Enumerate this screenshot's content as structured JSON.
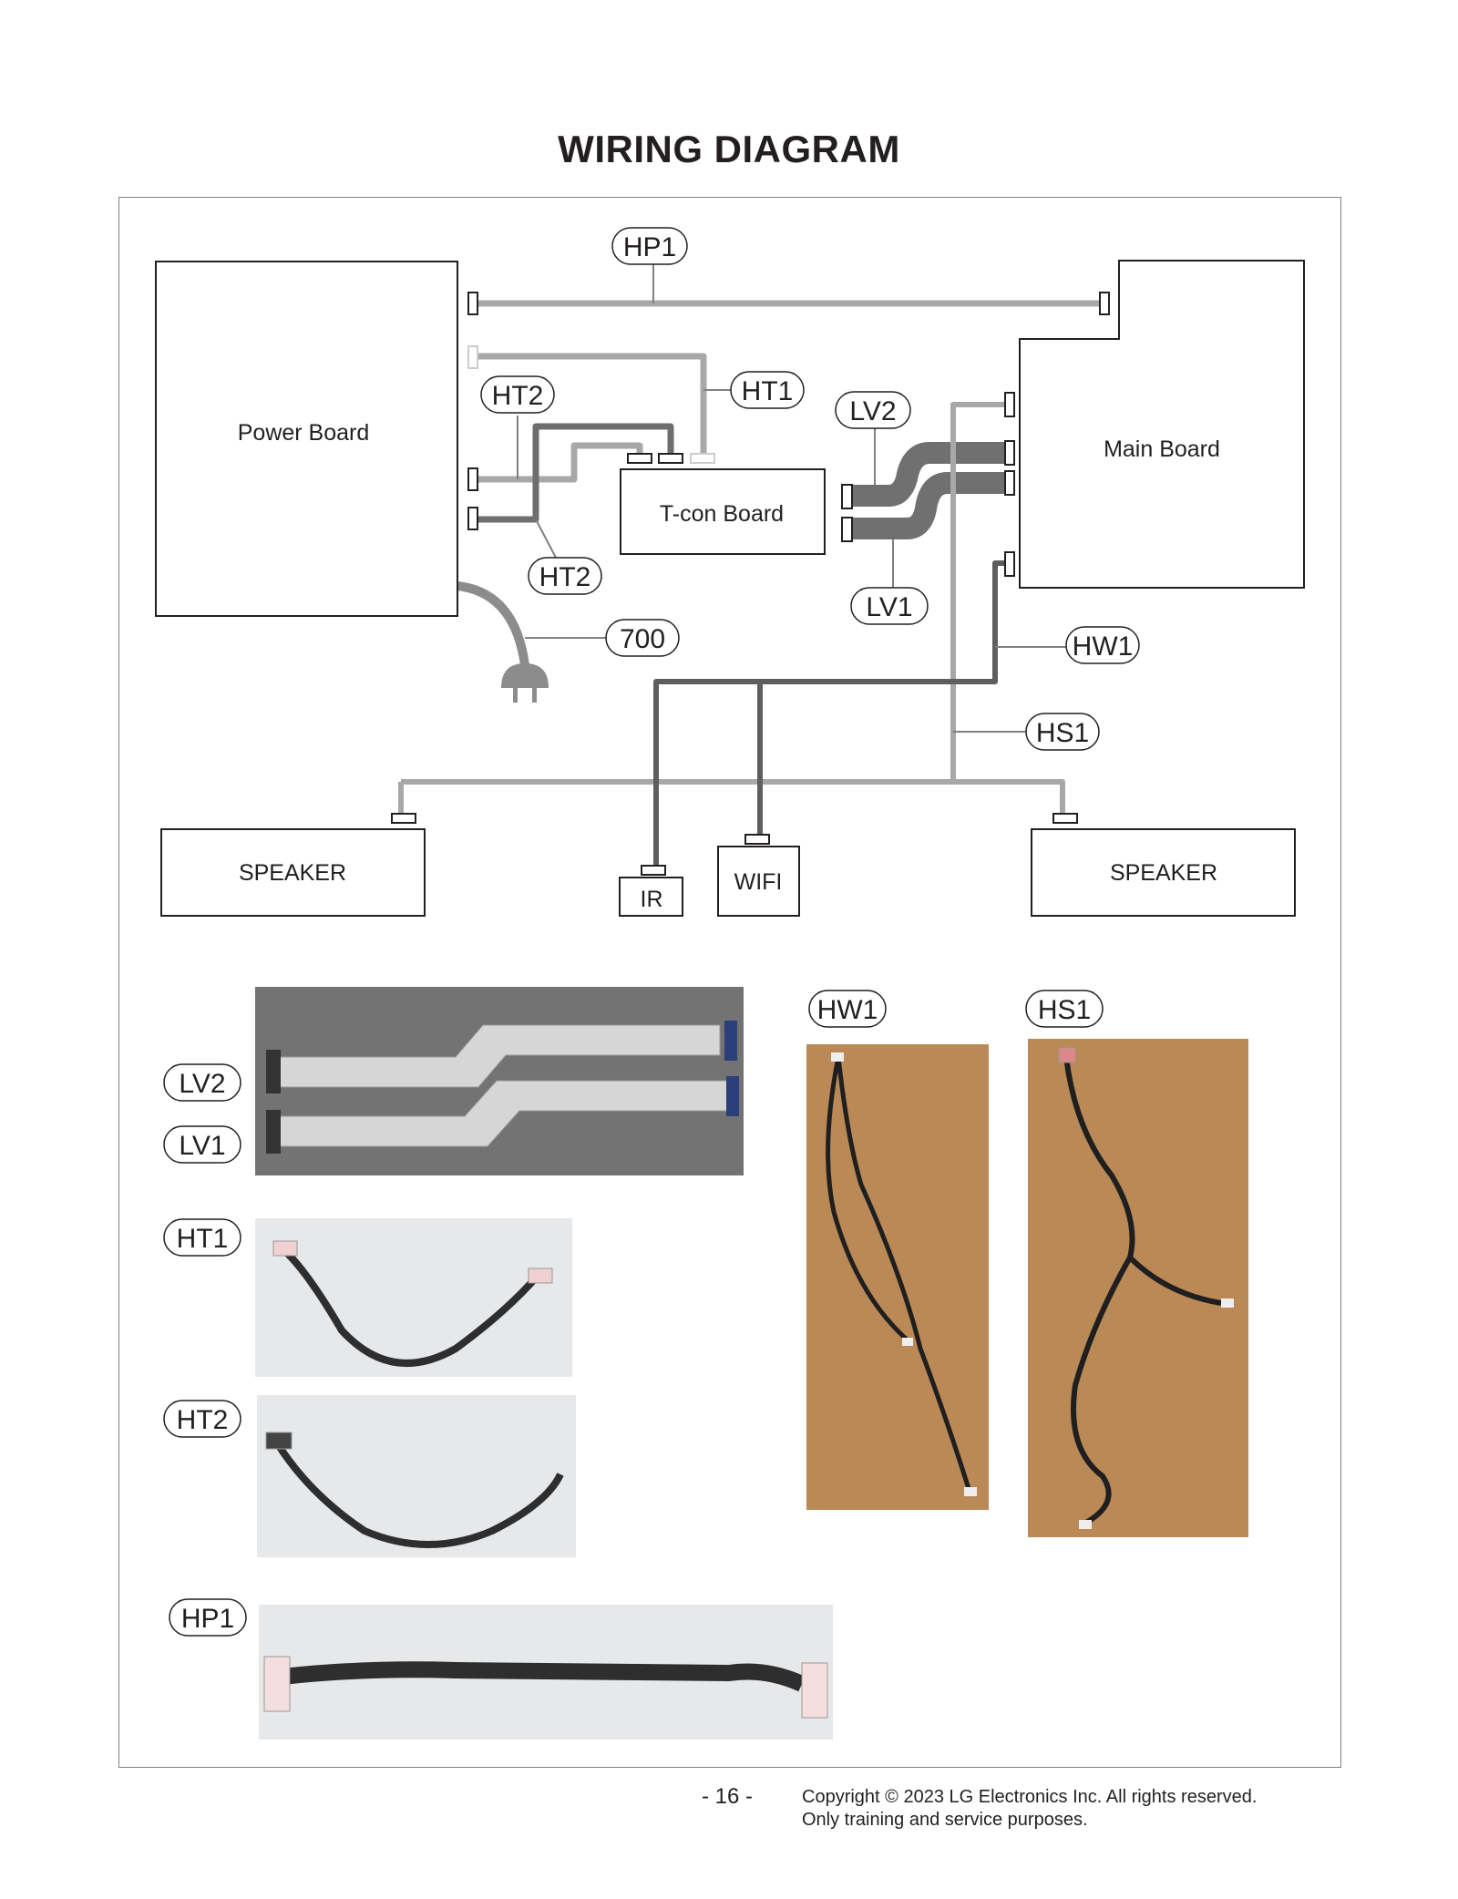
{
  "title": "WIRING DIAGRAM",
  "boards": {
    "power": "Power Board",
    "main": "Main Board",
    "tcon": "T-con Board",
    "speaker_left": "SPEAKER",
    "speaker_right": "SPEAKER",
    "ir": "IR",
    "wifi": "WIFI"
  },
  "cables": {
    "hp1": "HP1",
    "ht1": "HT1",
    "ht2_top": "HT2",
    "ht2_bottom": "HT2",
    "lv2": "LV2",
    "lv1": "LV1",
    "power_cord": "700",
    "hw1": "HW1",
    "hs1": "HS1"
  },
  "photo_labels": {
    "lv2": "LV2",
    "lv1": "LV1",
    "ht1": "HT1",
    "ht2": "HT2",
    "hp1": "HP1",
    "hw1": "HW1",
    "hs1": "HS1"
  },
  "footer": {
    "page": "- 16 -",
    "copyright": "Copyright © 2023 LG Electronics Inc. All rights reserved.",
    "note": "Only training and service purposes."
  },
  "colors": {
    "cable_light": "#a8a8a8",
    "cable_mid": "#8c8c8c",
    "cable_dark": "#5e5e5e",
    "board_stroke": "#231f20"
  }
}
